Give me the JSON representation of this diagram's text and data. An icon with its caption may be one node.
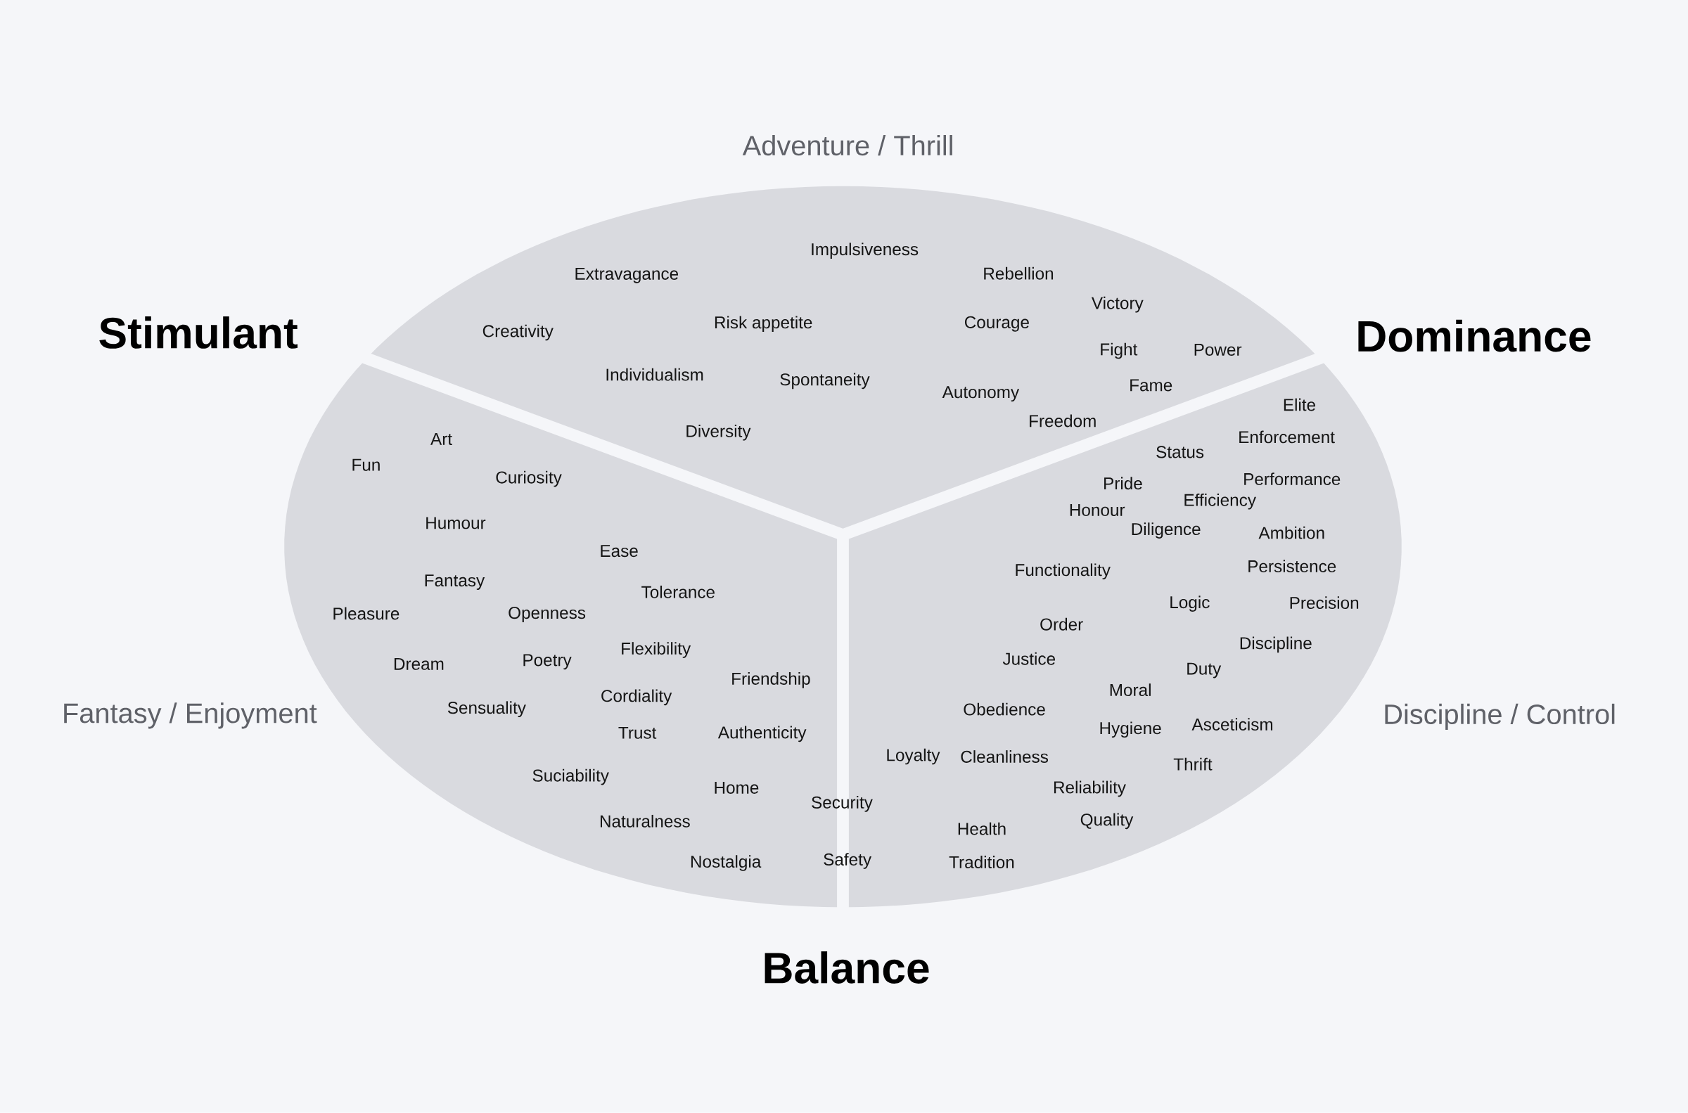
{
  "diagram": {
    "nodes": [
      {
        "text": [
          "Impulsiveness",
          "Extravagance",
          "Rebellion",
          "Victory",
          "Creativity",
          "Risk appetite",
          "Courage",
          "Fight",
          "Power",
          "Individualism",
          "Spontaneity",
          "Autonomy",
          "Fame",
          "Freedom",
          "Diversity"
        ]
      },
      {
        "text": [
          "Art",
          "Fun",
          "Curiosity",
          "Humour",
          "Ease",
          "Fantasy",
          "Tolerance",
          "Pleasure",
          "Openness",
          "Flexibility",
          "Dream",
          "Poetry",
          "Friendship",
          "Cordiality",
          "Sensuality",
          "Trust",
          "Authenticity",
          "Suciability",
          "Home",
          "Security",
          "Naturalness",
          "Nostalgia"
        ]
      },
      {
        "text": [
          "Elite",
          "Enforcement",
          "Status",
          "Pride",
          "Performance",
          "Honour",
          "Efficiency",
          "Diligence",
          "Ambition",
          "Functionality",
          "Persistence",
          "Logic",
          "Precision",
          "Order",
          "Discipline",
          "Justice",
          "Duty",
          "Moral",
          "Obedience",
          "Hygiene",
          "Asceticism",
          "Loyalty",
          "Cleanliness",
          "Thrift",
          "Reliability",
          "Health",
          "Quality",
          "Safety",
          "Tradition"
        ]
      }
    ],
    "labels": [
      "Adventure / Thrill",
      "Stimulant",
      "Dominance",
      "Fantasy / Enjoyment",
      "Discipline / Control",
      "Balance"
    ]
  }
}
